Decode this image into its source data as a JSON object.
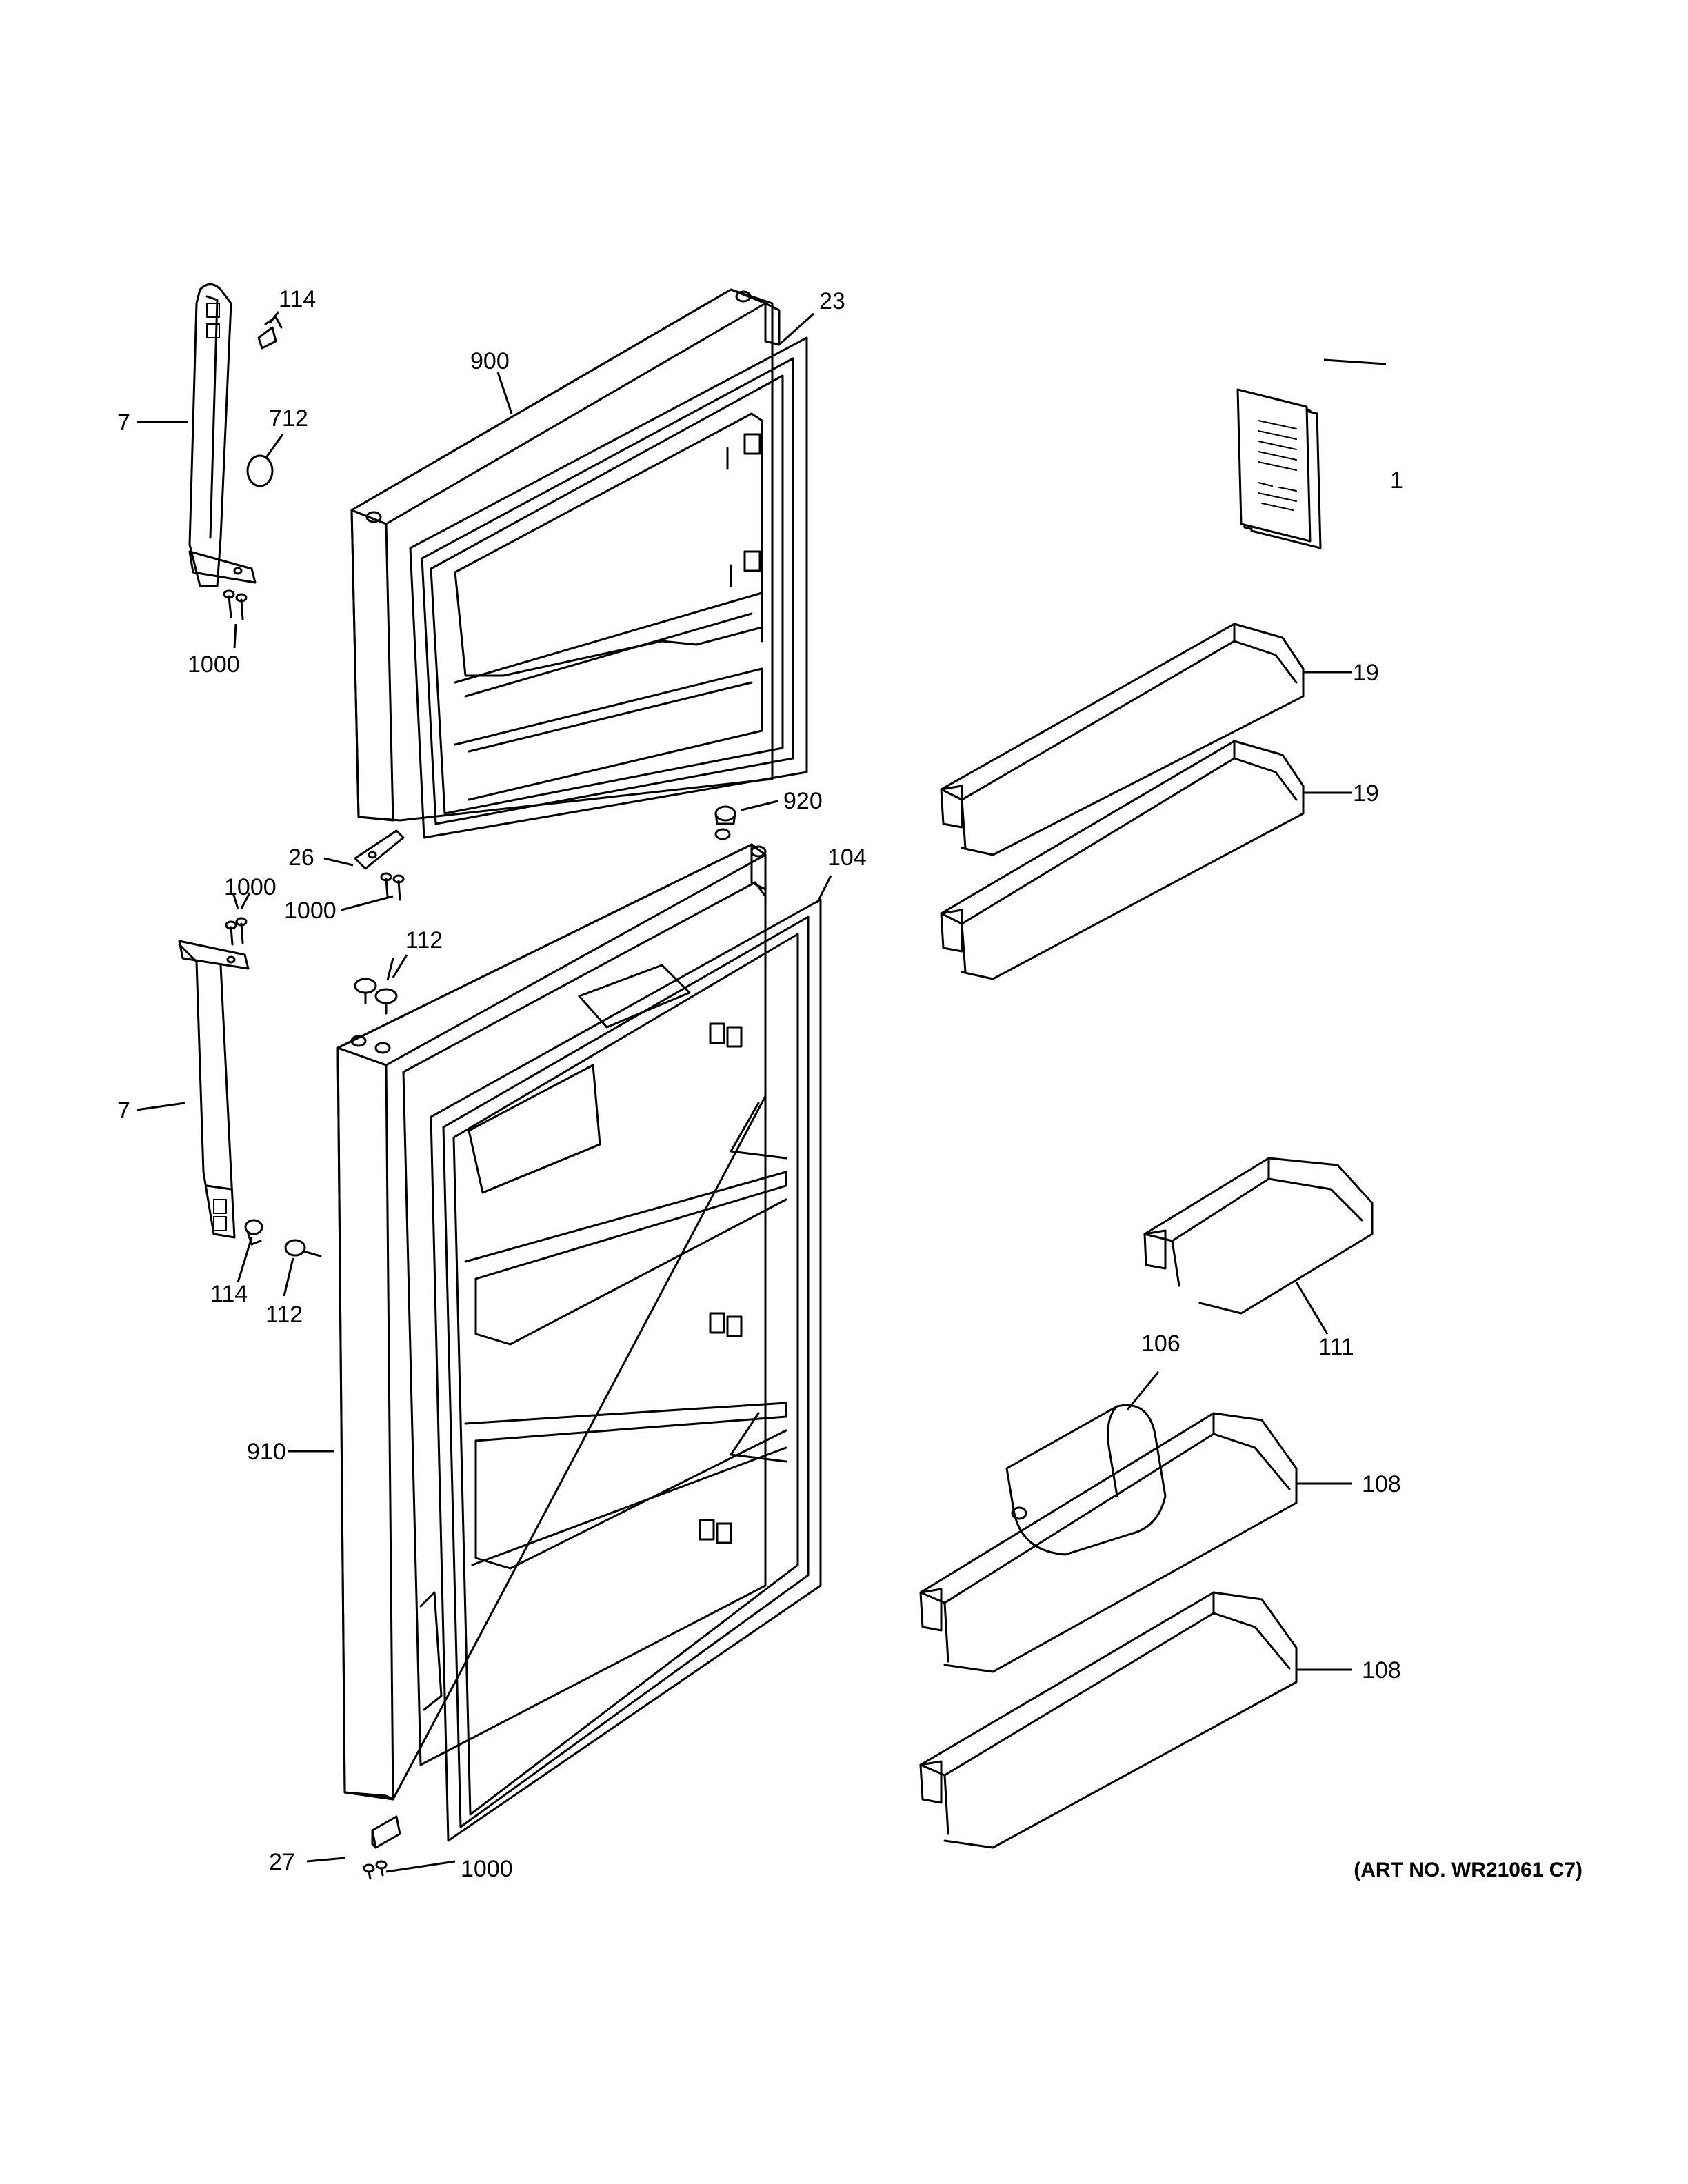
{
  "callouts": {
    "c114a": "114",
    "c23": "23",
    "c900": "900",
    "c7a": "7",
    "c712": "712",
    "c1": "1",
    "c1000a": "1000",
    "c19a": "19",
    "c19b": "19",
    "c920": "920",
    "c26": "26",
    "c104": "104",
    "c1000b": "1000",
    "c1000c": "1000",
    "c112a": "112",
    "c7b": "7",
    "c114b": "114",
    "c112b": "112",
    "c111": "111",
    "c106": "106",
    "c910": "910",
    "c108a": "108",
    "c108b": "108",
    "c27": "27",
    "c1000d": "1000"
  },
  "art_number": "(ART NO. WR21061 C7)"
}
